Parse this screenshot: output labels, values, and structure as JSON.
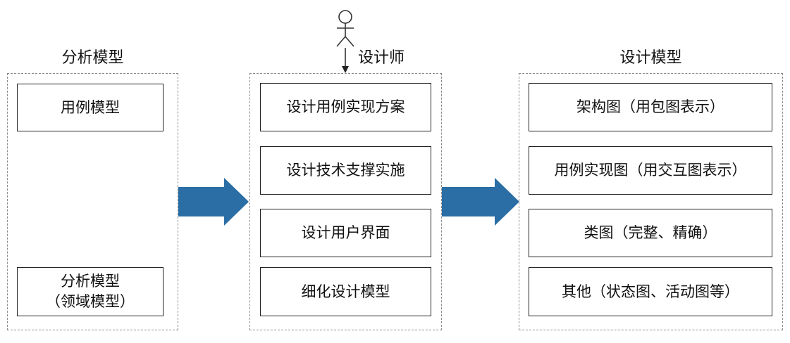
{
  "analysis": {
    "title": "分析模型",
    "boxes": [
      {
        "label": "用例模型"
      },
      {
        "label_line1": "分析模型",
        "label_line2": "（领域模型）"
      }
    ]
  },
  "design_process": {
    "actor_label": "设计师",
    "boxes": [
      {
        "label": "设计用例实现方案"
      },
      {
        "label": "设计技术支撑实施"
      },
      {
        "label": "设计用户界面"
      },
      {
        "label": "细化设计模型"
      }
    ]
  },
  "design_model": {
    "title": "设计模型",
    "boxes": [
      {
        "label": "架构图（用包图表示）"
      },
      {
        "label": "用例实现图（用交互图表示）"
      },
      {
        "label": "类图（完整、精确）"
      },
      {
        "label": "其他（状态图、活动图等）"
      }
    ]
  },
  "colors": {
    "flow_arrow": "#2a6ea5",
    "dashed_border": "#8a8a8a",
    "box_border": "#222222"
  }
}
